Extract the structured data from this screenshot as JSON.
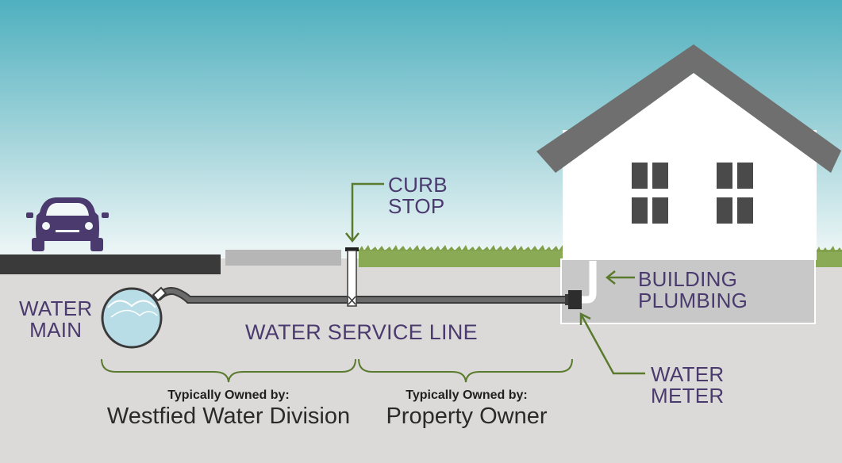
{
  "labels": {
    "curb_stop": [
      "CURB",
      "STOP"
    ],
    "building_plumbing": [
      "BUILDING",
      "PLUMBING"
    ],
    "water_main": [
      "WATER",
      "MAIN"
    ],
    "water_service_line": "WATER SERVICE LINE",
    "water_meter": [
      "WATER",
      "METER"
    ]
  },
  "ownership": [
    {
      "heading": "Typically Owned by:",
      "owner": "Westfied Water Division"
    },
    {
      "heading": "Typically Owned by:",
      "owner": "Property Owner"
    }
  ],
  "colors": {
    "sky_top": "#4fb0bf",
    "sky_bottom": "#eef6f6",
    "ground": "#dcdad8",
    "grass": "#8aaa55",
    "road": "#3a3a3a",
    "sidewalk": "#b6b6b6",
    "car": "#4a3a6e",
    "roof": "#6e6f6e",
    "window": "#4a4a4a",
    "basement": "#c9c8c8",
    "pipe": "#6b6b6b",
    "water": "#b9dde6",
    "label_text": "#4a3a6e",
    "leader_line": "#5a7a2e",
    "brace": "#5a7a2e"
  }
}
